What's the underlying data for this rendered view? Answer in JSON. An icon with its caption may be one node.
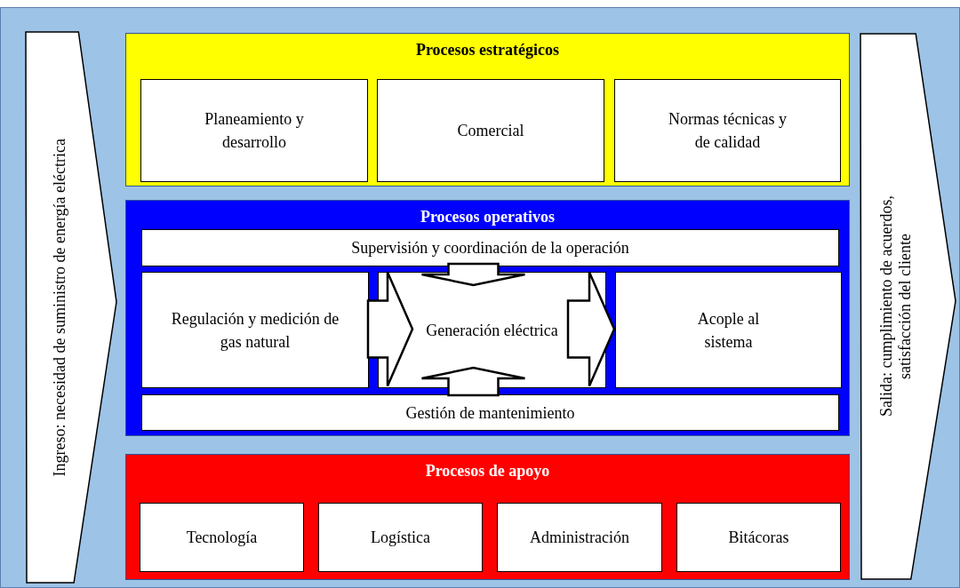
{
  "diagram": {
    "nodes": [
      {
        "text": [
          "Ingreso: necesidad de suministro de energía eléctrica"
        ]
      },
      {
        "text": [
          "Procesos estratégicos"
        ]
      },
      {
        "text": [
          "Planeamiento y desarrollo"
        ],
        "in": 1
      },
      {
        "text": [
          "Comercial"
        ],
        "in": 1
      },
      {
        "text": [
          "Normas técnicas y de calidad"
        ],
        "in": 1
      },
      {
        "text": [
          "Procesos operativos"
        ]
      },
      {
        "text": [
          "Supervisión y coordinación de la operación"
        ],
        "in": 5
      },
      {
        "text": [
          "Regulación y medición de gas natural"
        ],
        "in": 5
      },
      {
        "text": [
          "Generación eléctrica"
        ],
        "in": 5
      },
      {
        "text": [
          "Acople al sistema"
        ],
        "in": 5
      },
      {
        "text": [
          "Gestión de mantenimiento"
        ],
        "in": 5
      },
      {
        "text": [
          "Procesos de apoyo"
        ]
      },
      {
        "text": [
          "Tecnología"
        ],
        "in": 11
      },
      {
        "text": [
          "Logística"
        ],
        "in": 11
      },
      {
        "text": [
          "Administración"
        ],
        "in": 11
      },
      {
        "text": [
          "Bitácoras"
        ],
        "in": 11
      },
      {
        "text": [
          "Salida: cumplimiento de acuerdos, satisfacción del cliente"
        ]
      }
    ],
    "edges": [
      {
        "from": 6,
        "to": 8,
        "arrow": "to"
      },
      {
        "from": 7,
        "to": 8,
        "arrow": "to"
      },
      {
        "from": 8,
        "to": 9,
        "arrow": "to"
      },
      {
        "from": 10,
        "to": 8,
        "arrow": "to"
      }
    ]
  }
}
